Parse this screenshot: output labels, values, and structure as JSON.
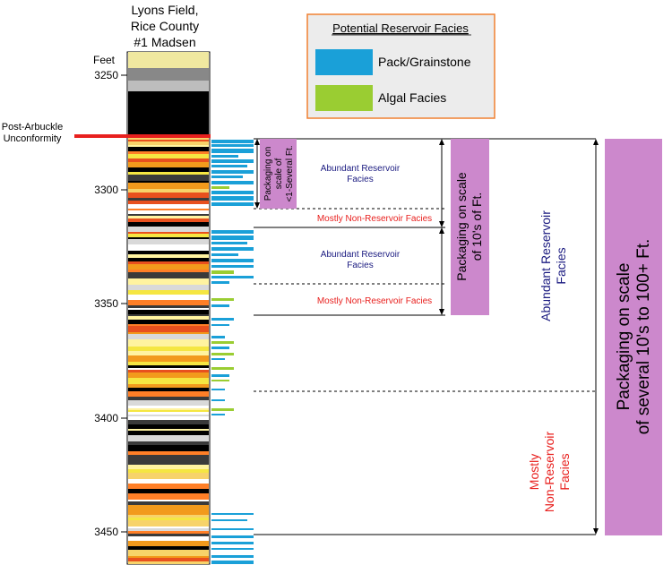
{
  "well": {
    "line1": "Lyons  Field,",
    "line2": "Rice County",
    "line3": "#1 Madsen"
  },
  "depth_axis": {
    "unit_label": "Feet",
    "ticks": [
      "3250",
      "3300",
      "3350",
      "3400",
      "3450"
    ]
  },
  "unconformity": {
    "line1": "Post-Arbuckle",
    "line2": "Unconformity",
    "color": "#e8201e"
  },
  "legend": {
    "title": "Potential Reservoir Facies",
    "items": [
      {
        "label": "Pack/Grainstone",
        "color": "#1aa0d8"
      },
      {
        "label": "Algal Facies",
        "color": "#9acd32"
      }
    ]
  },
  "scale1": {
    "label_lines": [
      "Packaging on",
      "scale of",
      "<1-Several Ft."
    ],
    "upper_label": [
      "Abundant Reservoir",
      "Facies"
    ],
    "lower_label": "Mostly Non-Reservoir Facies"
  },
  "scale2": {
    "upper_label": [
      "Abundant Reservoir",
      "Facies"
    ],
    "lower_label": "Mostly Non-Reservoir Facies"
  },
  "scale3": {
    "label_lines": [
      "Packaging on scale",
      "of 10's of Ft."
    ]
  },
  "scale4": {
    "label_lines": [
      "Packaging on scale",
      "of several 10's to 100+ Ft."
    ],
    "upper_label": [
      "Abundant Reservoir",
      "Facies"
    ],
    "lower_label": [
      "Mostly",
      "Non-Reservoir",
      "Facies"
    ]
  },
  "colors": {
    "box_fill": "#cc88cc",
    "abundant_text": "#1a1a80",
    "non_reservoir_text": "#e8201e",
    "pack": "#1aa0d8",
    "algal": "#9acd32"
  }
}
